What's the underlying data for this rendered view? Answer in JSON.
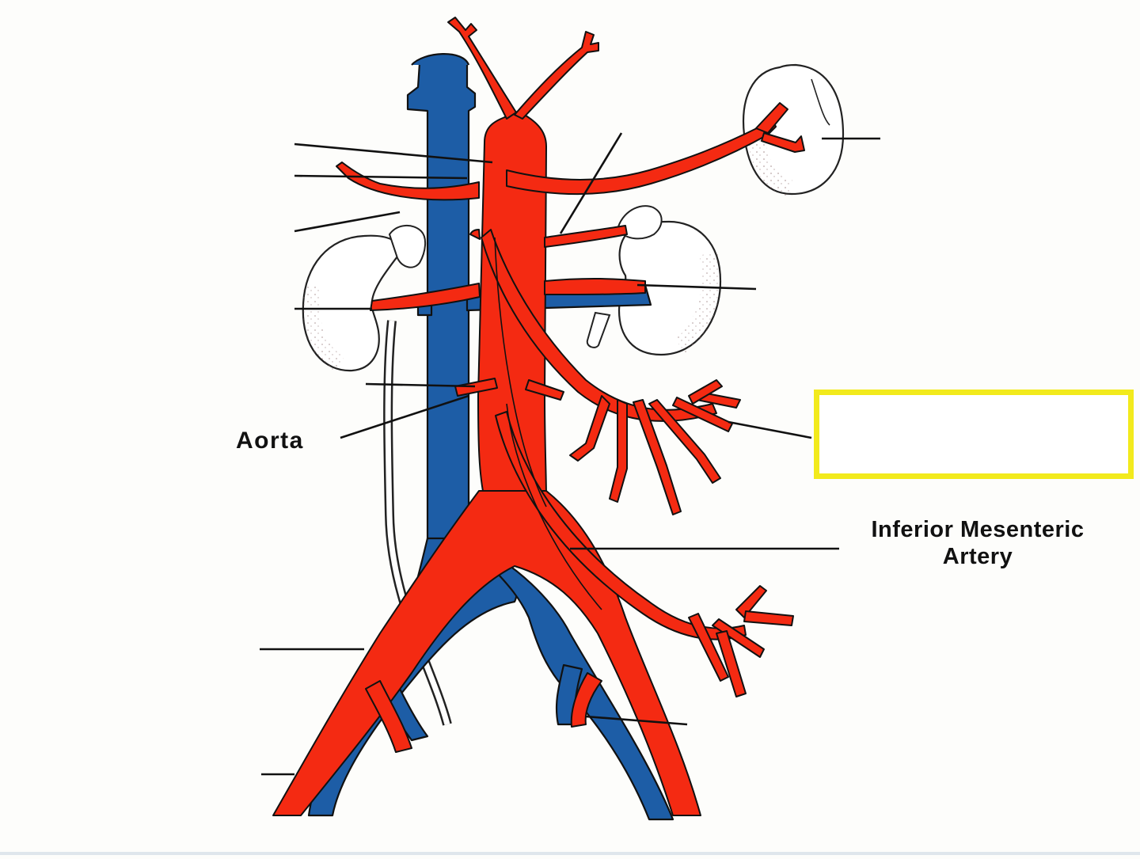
{
  "labels": {
    "aorta": "Aorta",
    "inferior_mesenteric_line1": "Inferior Mesenteric",
    "inferior_mesenteric_line2": "Artery"
  },
  "answer_box": {
    "text": "",
    "border_color": "#f2ea1c"
  },
  "colors": {
    "artery": "#f42a12",
    "vein": "#1d5da6",
    "outline": "#222222",
    "leader_line": "#111111",
    "background": "#fdfdfb"
  }
}
